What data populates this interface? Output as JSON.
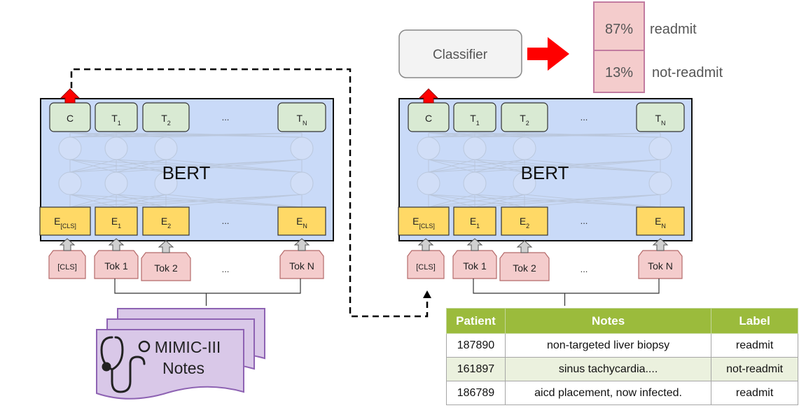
{
  "left_model": {
    "title": "BERT",
    "outputs": [
      "C",
      "T",
      "T",
      "...",
      "T"
    ],
    "output_subs": [
      "",
      "1",
      "2",
      "",
      "N"
    ],
    "embeddings": [
      "E",
      "E",
      "E",
      "...",
      "E"
    ],
    "embedding_subs": [
      "[CLS]",
      "1",
      "2",
      "",
      "N"
    ],
    "tokens": [
      "[CLS]",
      "Tok 1",
      "Tok 2",
      "...",
      "Tok N"
    ]
  },
  "right_model": {
    "title": "BERT",
    "outputs": [
      "C",
      "T",
      "T",
      "...",
      "T"
    ],
    "output_subs": [
      "",
      "1",
      "2",
      "",
      "N"
    ],
    "embeddings": [
      "E",
      "E",
      "E",
      "...",
      "E"
    ],
    "embedding_subs": [
      "[CLS]",
      "1",
      "2",
      "",
      "N"
    ],
    "tokens": [
      "[CLS]",
      "Tok 1",
      "Tok 2",
      "...",
      "Tok N"
    ]
  },
  "classifier": {
    "label": "Classifier"
  },
  "predictions": [
    {
      "value": "87%",
      "label": "readmit"
    },
    {
      "value": "13%",
      "label": "not-readmit"
    }
  ],
  "source_doc": {
    "line1": "MIMIC-III",
    "line2": "Notes"
  },
  "notes_table": {
    "headers": [
      "Patient",
      "Notes",
      "Label"
    ],
    "rows": [
      [
        "187890",
        "non-targeted liver biopsy",
        "readmit"
      ],
      [
        "161897",
        "sinus tachycardia....",
        "not-readmit"
      ],
      [
        "186789",
        "aicd placement, now infected.",
        "readmit"
      ]
    ]
  },
  "colors": {
    "bert_fill": "#c9daf8",
    "output_fill": "#d9ead3",
    "embedding_fill": "#ffd966",
    "token_fill": "#f4cccc",
    "classifier_fill": "#f3f3f3",
    "pred_fill": "#f4cccc",
    "doc_fill": "#d9c8e8",
    "arrow_red": "#ff0000",
    "table_header": "#9bbb3c"
  }
}
